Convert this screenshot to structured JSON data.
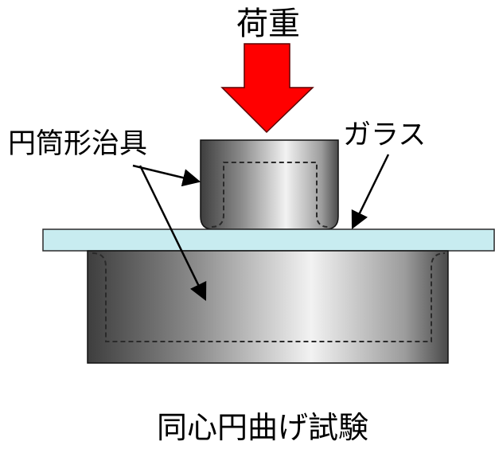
{
  "labels": {
    "load": "荷重",
    "jig": "円筒形治具",
    "glass": "ガラス",
    "caption": "同心円曲げ試験"
  },
  "colors": {
    "arrow": "#ff0000",
    "arrow_outline": "#5a0000",
    "glass_fill": "#c8ecf0",
    "glass_stroke": "#2a2a2a",
    "metal_dark": "#3e3e3e",
    "metal_light": "#f2f2f2",
    "outline": "#111111",
    "dash": "#2a2a2a"
  },
  "icons": {
    "load_arrow": "down-arrow-icon"
  }
}
